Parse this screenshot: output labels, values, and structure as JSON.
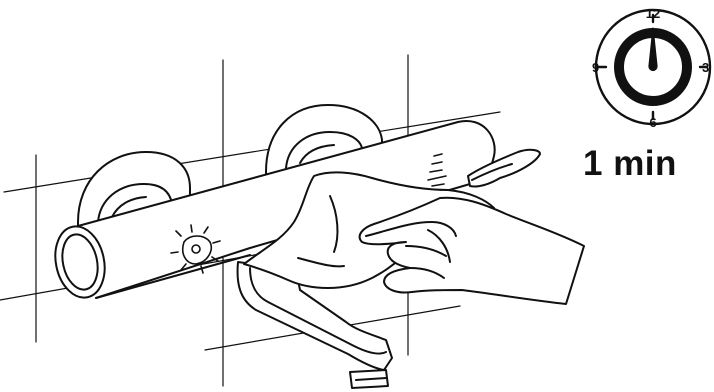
{
  "timer": {
    "dial_labels": {
      "top": "12",
      "right": "3",
      "bottom": "6",
      "left": "9"
    },
    "duration_label": "1 min"
  },
  "colors": {
    "ink": "#111111",
    "background": "#ffffff"
  },
  "icons": {
    "dirt_spot": "dirt-spot-icon",
    "clock": "timer-clock-icon"
  }
}
